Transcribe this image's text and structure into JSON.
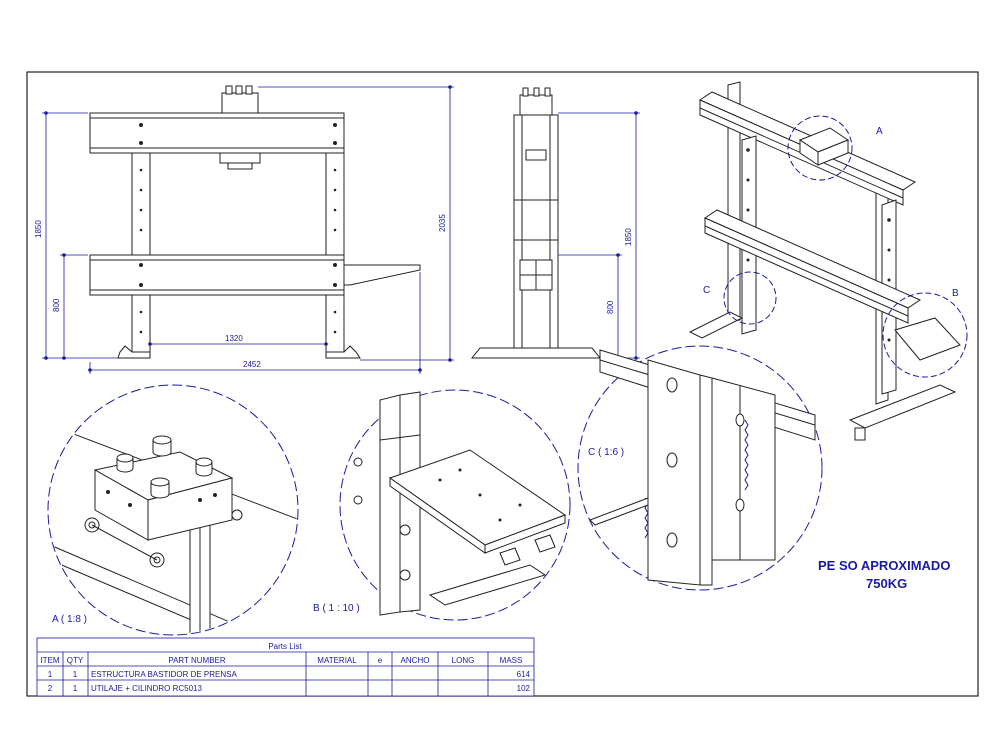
{
  "front_view": {
    "dims": {
      "height_total": "1850",
      "height_lower": "800",
      "height_overall": "2035",
      "width_inner": "1320",
      "width_overall": "2452"
    }
  },
  "side_view": {
    "dims": {
      "height_total": "1850",
      "height_lower": "800"
    }
  },
  "iso_view": {
    "callouts": {
      "a": "A",
      "b": "B",
      "c": "C"
    }
  },
  "details": {
    "a": "A ( 1:8 )",
    "b": "B ( 1 : 10 )",
    "c": "C ( 1:6 )"
  },
  "weight_note": {
    "line1": "PE SO APROXIMADO",
    "line2": "750KG"
  },
  "parts_list": {
    "title": "Parts List",
    "headers": [
      "ITEM",
      "QTY",
      "PART NUMBER",
      "MATERIAL",
      "e",
      "ANCHO",
      "LONG",
      "MASS"
    ],
    "rows": [
      [
        "1",
        "1",
        "ESTRUCTURA BASTIDOR DE PRENSA",
        "",
        "",
        "",
        "",
        "614"
      ],
      [
        "2",
        "1",
        "UTILAJE + CILINDRO RC5013",
        "",
        "",
        "",
        "",
        "102"
      ]
    ]
  }
}
